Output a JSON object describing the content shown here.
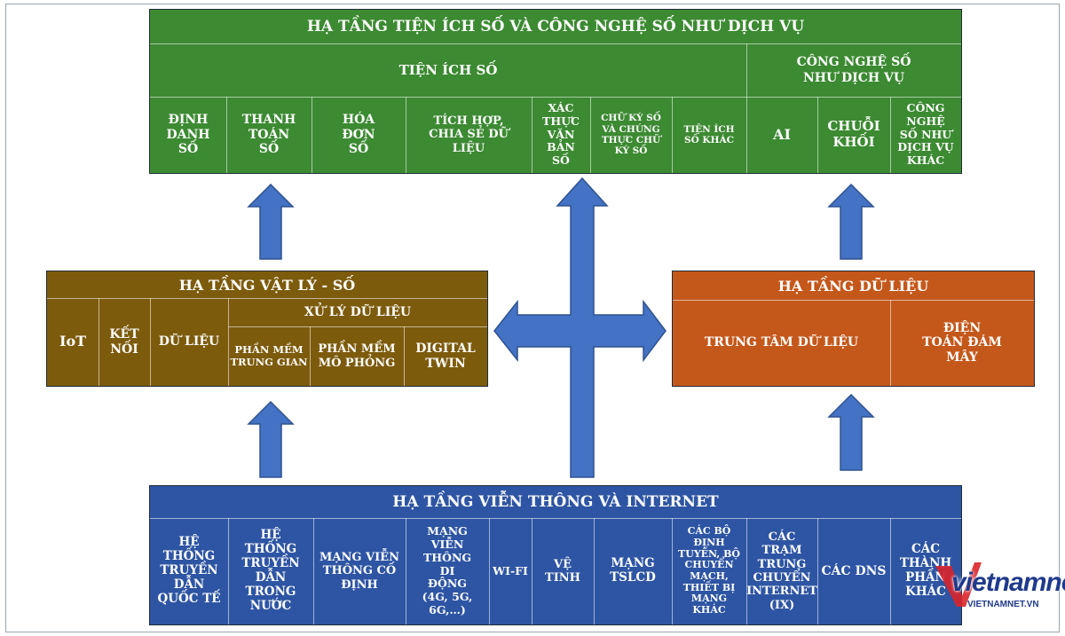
{
  "top": {
    "title": "HẠ TẦNG TIỆN ÍCH SỐ VÀ CÔNG NGHỆ SỐ NHƯ DỊCH VỤ",
    "left_group": "TIỆN ÍCH SỐ",
    "right_group": "CÔNG NGHỆ SỐ NHƯ DỊCH VỤ",
    "items": [
      "ĐỊNH DANH SỐ",
      "THANH TOÁN SỐ",
      "HÓA ĐƠN SỐ",
      "TÍCH HỢP, CHIA SẺ DỮ LIỆU",
      "XÁC THỰC VĂN BẢN SỐ",
      "CHỮ KÝ SỐ VÀ CHỨNG THỰC CHỮ KÝ SỐ",
      "TIỆN ÍCH SỐ KHÁC",
      "AI",
      "CHUỖI KHỐI",
      "CÔNG NGHỆ SỐ NHƯ DỊCH VỤ KHÁC"
    ]
  },
  "physical": {
    "title": "HẠ TẦNG VẬT LÝ - SỐ",
    "items": [
      "IoT",
      "KẾT NỐI",
      "DỮ LIỆU"
    ],
    "processing_title": "XỬ LÝ DỮ LIỆU",
    "processing_items": [
      "PHẦN MỀM TRUNG GIAN",
      "PHẦN MỀM MÔ PHỎNG",
      "DIGITAL TWIN"
    ]
  },
  "data_infra": {
    "title": "HẠ TẦNG DỮ LIỆU",
    "items": [
      "TRUNG TÂM DỮ LIỆU",
      "ĐIỆN TOÁN ĐÁM MÂY"
    ]
  },
  "telecom": {
    "title": "HẠ TẦNG VIỄN THÔNG VÀ INTERNET",
    "items": [
      "HỆ THỐNG TRUYỀN DẪN QUỐC TẾ",
      "HỆ THỐNG TRUYỀN DẪN TRONG NƯỚC",
      "MẠNG VIỄN THÔNG CỐ ĐỊNH",
      "MẠNG VIỄN THÔNG DI ĐỘNG (4G, 5G, 6G,…)",
      "WI-FI",
      "VỆ TINH",
      "MẠNG TSLCD",
      "CÁC BỘ ĐỊNH TUYẾN, BỘ CHUYỂN MẠCH, THIẾT BỊ MẠNG KHÁC",
      "CÁC TRẠM TRUNG CHUYỂN INTERNET (IX)",
      "CÁC DNS",
      "CÁC THÀNH PHẦN KHÁC"
    ]
  },
  "watermark": {
    "brand": "vietnamnet",
    "url": "VIETNAMNET.VN"
  },
  "colors": {
    "green": "#3c8a32",
    "brown": "#7d5b0c",
    "orange": "#c4581b",
    "blue": "#2e55a3",
    "arrow": "#4472c4"
  }
}
